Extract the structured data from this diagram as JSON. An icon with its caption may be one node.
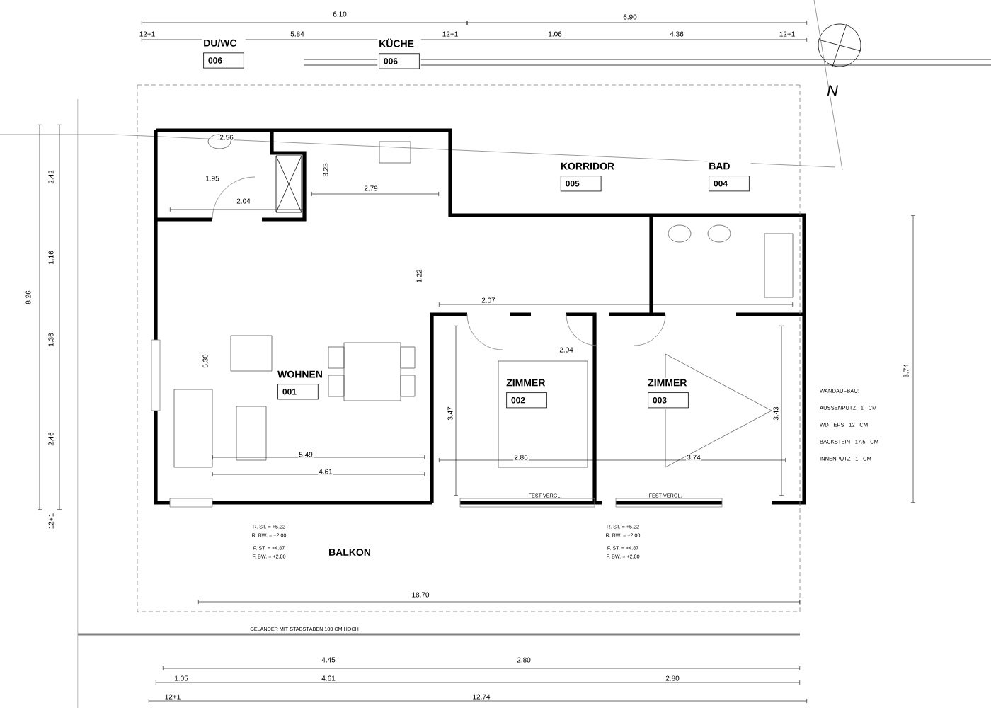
{
  "diagram": {
    "nodes": [
      {
        "text": [
          "DU/WC",
          "006"
        ]
      },
      {
        "text": [
          "KÜCHE",
          "006"
        ]
      },
      {
        "text": [
          "KORRIDOR",
          "005"
        ]
      },
      {
        "text": [
          "BAD",
          "004"
        ]
      },
      {
        "text": [
          "WOHNEN",
          "001"
        ]
      },
      {
        "text": [
          "ZIMMER",
          "002"
        ]
      },
      {
        "text": [
          "ZIMMER",
          "003"
        ]
      },
      {
        "text": [
          "BALKON"
        ]
      }
    ],
    "edges": [],
    "labels": [
      "6.10",
      "12+1",
      "5.84",
      "12+1",
      "1.06",
      "6.90",
      "4.36",
      "12+1",
      "N",
      "2.42",
      "8.26",
      "1.16",
      "1.36",
      "2.46",
      "12+1",
      "2.56",
      "1.95",
      "2.04",
      "2.79",
      "3.23",
      "5.30",
      "5.49",
      "4.61",
      "2.07",
      "2.04",
      "3.74",
      "2.86",
      "3.74",
      "3.43",
      "3.47",
      "1.22",
      "18.70",
      "4.45",
      "4.61",
      "1.05",
      "12+1",
      "12.74",
      "2.80",
      "2.80",
      "GELÄNDER MIT STABSTÄBEN 100 CM HOCH",
      "WANDAUFBAU: AUSSENPUTZ 1 CM WD EPS 12 CM BACKSTEIN 17.5 CM INNENPUTZ 1 CM",
      "R. ST. = +5.22",
      "R. BW. = +2.00",
      "F. ST. = +4.87",
      "F. BW. = +2.80",
      "R. ST. = +5.22",
      "R. BW. = +2.00",
      "F. ST. = +4.87",
      "F. BW. = +2.80",
      "FEST VERGL.",
      "FEST VERGL."
    ]
  }
}
